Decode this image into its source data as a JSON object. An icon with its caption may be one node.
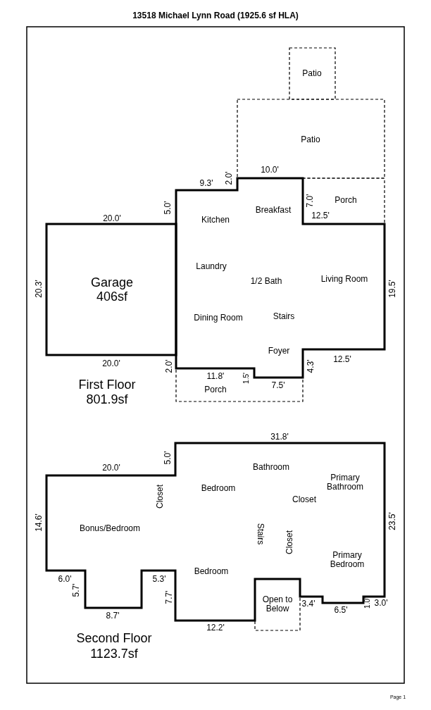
{
  "diagram": {
    "title": "13518 Michael Lynn Road (1925.6 sf HLA)",
    "nodes": [
      {
        "text": [
          "Patio"
        ]
      },
      {
        "text": [
          "Patio"
        ]
      },
      {
        "text": [
          "Porch"
        ]
      },
      {
        "text": [
          "Kitchen",
          "Breakfast",
          "Laundry",
          "1/2 Bath",
          "Living Room",
          "Dining Room",
          "Stairs",
          "Foyer"
        ]
      },
      {
        "text": [
          "Garage",
          "406sf"
        ]
      },
      {
        "text": [
          "Porch"
        ]
      },
      {
        "text": [
          "Bathroom",
          "Bedroom",
          "Closet",
          "Primary Bathroom",
          "Closet",
          "Bonus/Bedroom",
          "Stairs",
          "Closet",
          "Primary Bedroom",
          "Bedroom"
        ]
      },
      {
        "text": [
          "Open to Below"
        ]
      }
    ],
    "edges": [],
    "labels": [
      "9.3'",
      "2.0'",
      "10.0'",
      "5.0'",
      "7.0'",
      "12.5'",
      "20.0'",
      "20.3'",
      "19.5'",
      "20.0'",
      "2.0'",
      "11.8'",
      "1.5'",
      "7.5'",
      "4.3'",
      "12.5'",
      "First Floor",
      "801.9sf",
      "31.8'",
      "5.0'",
      "20.0'",
      "14.6'",
      "23.5'",
      "6.0'",
      "5.7'",
      "5.3'",
      "7.7'",
      "8.7'",
      "12.2'",
      "3.4'",
      "6.5'",
      "1.0'",
      "3.0'",
      "Second Floor",
      "1123.7sf",
      "Page 1"
    ]
  }
}
